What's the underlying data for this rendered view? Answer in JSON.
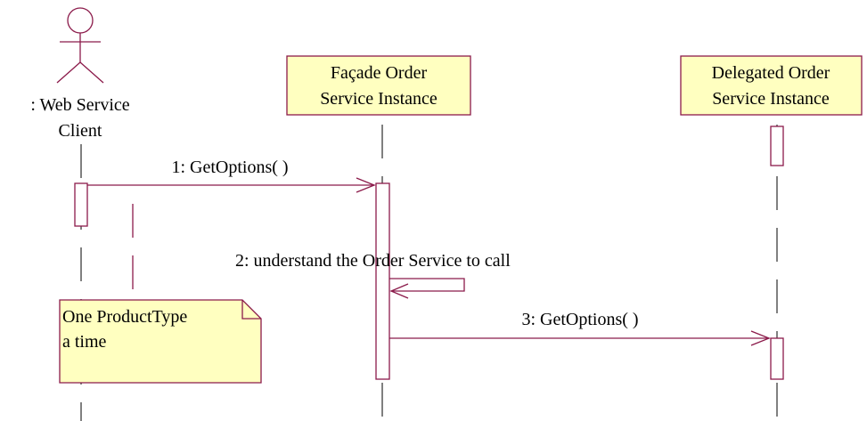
{
  "colors": {
    "line": "#8b1a4a",
    "box_fill": "#ffffc0",
    "lifeline": "#000000",
    "text": "#000000"
  },
  "actor": {
    "label_line1": ": Web Service",
    "label_line2": "Client"
  },
  "objects": [
    {
      "line1": "Façade Order",
      "line2": "Service Instance"
    },
    {
      "line1": "Delegated Order",
      "line2": "Service Instance"
    }
  ],
  "messages": [
    {
      "label": "1: GetOptions( )"
    },
    {
      "label": "2: understand the Order Service to call"
    },
    {
      "label": "3: GetOptions( )"
    }
  ],
  "note": {
    "line1": "One ProductType",
    "line2": "a time"
  }
}
